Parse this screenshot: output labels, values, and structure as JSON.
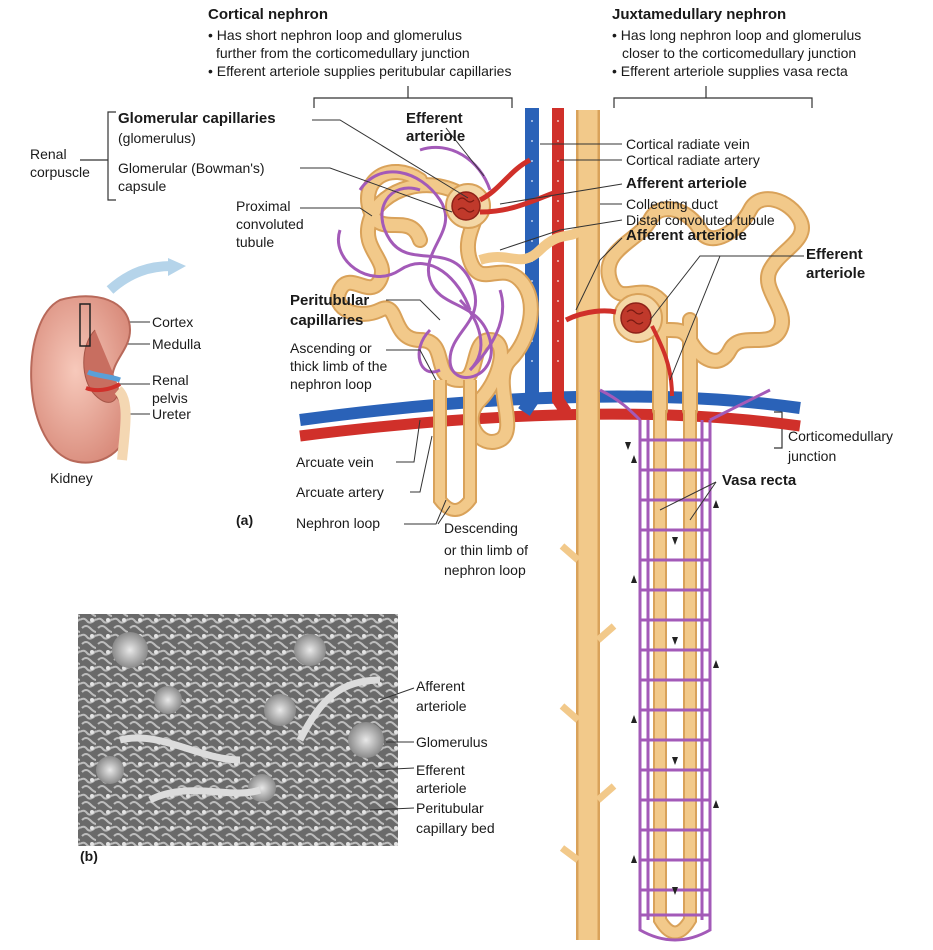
{
  "cortical": {
    "title": "Cortical nephron",
    "bullets": [
      "• Has short nephron loop and glomerulus",
      "further from the corticomedullary junction",
      "• Efferent arteriole supplies peritubular capillaries"
    ]
  },
  "juxta": {
    "title": "Juxtamedullary nephron",
    "bullets": [
      "• Has long nephron loop and glomerulus",
      "closer to the corticomedullary junction",
      "• Efferent arteriole supplies vasa recta"
    ]
  },
  "labels": {
    "renal_corpuscle": [
      "Renal",
      "corpuscle"
    ],
    "glomerular_capillaries": "Glomerular capillaries",
    "glomerulus_paren": "(glomerulus)",
    "bowmans": [
      "Glomerular (Bowman's)",
      "capsule"
    ],
    "proximal": [
      "Proximal",
      "convoluted",
      "tubule"
    ],
    "efferent_top": [
      "Efferent",
      "arteriole"
    ],
    "cortical_radiate_vein": "Cortical radiate vein",
    "cortical_radiate_artery": "Cortical radiate artery",
    "afferent_1": "Afferent arteriole",
    "collecting_duct": "Collecting duct",
    "distal": "Distal convoluted tubule",
    "afferent_2": "Afferent arteriole",
    "efferent_right": [
      "Efferent",
      "arteriole"
    ],
    "peritubular": [
      "Peritubular",
      "capillaries"
    ],
    "ascending": [
      "Ascending or",
      "thick limb of the",
      "nephron loop"
    ],
    "arcuate_vein": "Arcuate vein",
    "arcuate_artery": "Arcuate artery",
    "nephron_loop": "Nephron loop",
    "descending": [
      "Descending",
      "or thin limb of",
      "nephron loop"
    ],
    "corticomedullary": [
      "Corticomedullary",
      "junction"
    ],
    "vasa_recta": "Vasa recta",
    "part_a": "(a)",
    "part_b": "(b)"
  },
  "kidney": {
    "cortex": "Cortex",
    "medulla": "Medulla",
    "renal_pelvis": [
      "Renal",
      "pelvis"
    ],
    "ureter": "Ureter",
    "caption": "Kidney"
  },
  "micrograph": {
    "afferent": [
      "Afferent",
      "arteriole"
    ],
    "glomerulus": "Glomerulus",
    "efferent": [
      "Efferent",
      "arteriole"
    ],
    "peritubular": [
      "Peritubular",
      "capillary bed"
    ]
  },
  "colors": {
    "tubule": "#f2c98a",
    "tubule_edge": "#d9a25a",
    "capillary": "#a35ab8",
    "artery": "#d0302a",
    "vein": "#2a62b8",
    "capsule": "#f4d7a6"
  }
}
